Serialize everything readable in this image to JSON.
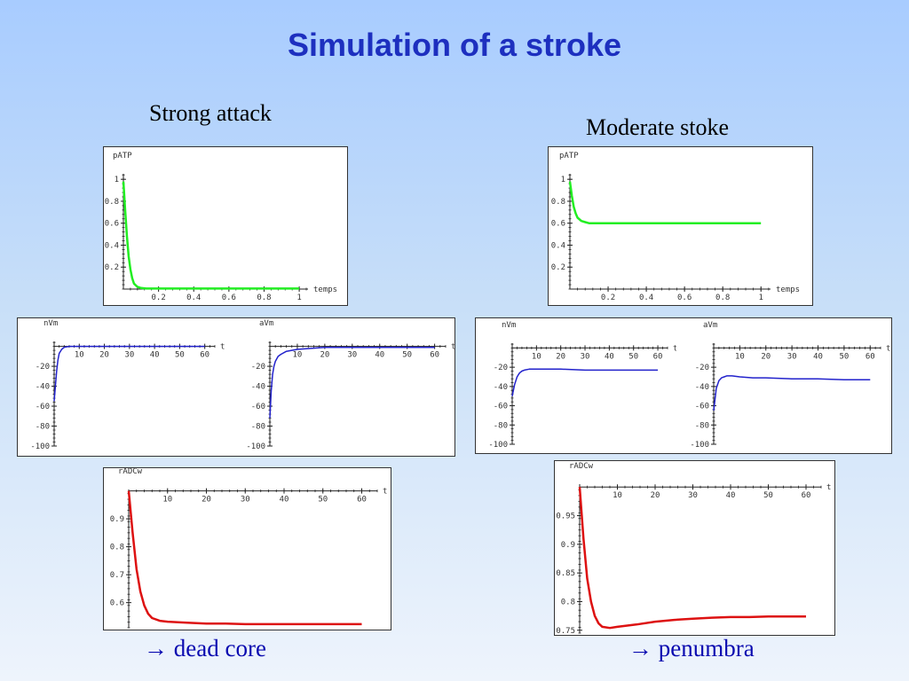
{
  "title": "Simulation of a stroke",
  "captions": {
    "left": "Strong attack",
    "right": "Moderate stoke"
  },
  "footers": {
    "left": "→ dead core",
    "right": "→ penumbra"
  },
  "chart_data": [
    {
      "id": "strong-patp",
      "type": "line",
      "ylabel": "pATP",
      "xlabel": "temps",
      "xlim": [
        0,
        1.05
      ],
      "ylim": [
        0,
        1.05
      ],
      "xticks": [
        0.2,
        0.4,
        0.6,
        0.8,
        1
      ],
      "xtick_labels": [
        "0.2",
        "0.4",
        "0.6",
        "0.8",
        "1"
      ],
      "yticks": [
        0.2,
        0.4,
        0.6,
        0.8,
        1
      ],
      "ytick_labels": [
        "0.2",
        "0.4",
        "0.6",
        "0.8",
        "1"
      ],
      "x_axis_y": 0,
      "color": "#22ee22",
      "series": [
        {
          "x": [
            0,
            0.01,
            0.02,
            0.03,
            0.04,
            0.05,
            0.06,
            0.08,
            0.1,
            0.13,
            0.2,
            0.4,
            0.6,
            0.8,
            1.0
          ],
          "y": [
            0.98,
            0.72,
            0.48,
            0.3,
            0.18,
            0.1,
            0.05,
            0.02,
            0.01,
            0.005,
            0.005,
            0.005,
            0.005,
            0.005,
            0.005
          ]
        }
      ]
    },
    {
      "id": "moderate-patp",
      "type": "line",
      "ylabel": "pATP",
      "xlabel": "temps",
      "xlim": [
        0,
        1.05
      ],
      "ylim": [
        0,
        1.05
      ],
      "xticks": [
        0.2,
        0.4,
        0.6,
        0.8,
        1
      ],
      "xtick_labels": [
        "0.2",
        "0.4",
        "0.6",
        "0.8",
        "1"
      ],
      "yticks": [
        0.2,
        0.4,
        0.6,
        0.8,
        1
      ],
      "ytick_labels": [
        "0.2",
        "0.4",
        "0.6",
        "0.8",
        "1"
      ],
      "x_axis_y": 0,
      "color": "#22ee22",
      "series": [
        {
          "x": [
            0,
            0.01,
            0.02,
            0.03,
            0.04,
            0.06,
            0.08,
            0.1,
            0.2,
            0.4,
            0.6,
            0.8,
            1.0
          ],
          "y": [
            0.98,
            0.85,
            0.75,
            0.69,
            0.65,
            0.62,
            0.61,
            0.6,
            0.6,
            0.6,
            0.6,
            0.6,
            0.6
          ]
        }
      ]
    },
    {
      "id": "strong-nvm",
      "type": "line",
      "ylabel": "nVm",
      "xlabel": "t",
      "xlim": [
        0,
        64
      ],
      "ylim": [
        -100,
        5
      ],
      "xticks": [
        10,
        20,
        30,
        40,
        50,
        60
      ],
      "xtick_labels": [
        "10",
        "20",
        "30",
        "40",
        "50",
        "60"
      ],
      "yticks": [
        -20,
        -40,
        -60,
        -80,
        -100
      ],
      "ytick_labels": [
        "-20",
        "-40",
        "-60",
        "-80",
        "-100"
      ],
      "x_axis_y": 0,
      "color": "#2222cc",
      "series": [
        {
          "x": [
            0,
            0.5,
            1,
            1.5,
            2,
            3,
            4,
            6,
            10,
            20,
            40,
            60
          ],
          "y": [
            -55,
            -40,
            -25,
            -14,
            -7,
            -3,
            -1,
            0,
            0,
            0,
            0,
            0
          ]
        }
      ]
    },
    {
      "id": "strong-avm",
      "type": "line",
      "ylabel": "aVm",
      "xlabel": "t",
      "xlim": [
        0,
        64
      ],
      "ylim": [
        -100,
        5
      ],
      "xticks": [
        10,
        20,
        30,
        40,
        50,
        60
      ],
      "xtick_labels": [
        "10",
        "20",
        "30",
        "40",
        "50",
        "60"
      ],
      "yticks": [
        -20,
        -40,
        -60,
        -80,
        -100
      ],
      "ytick_labels": [
        "-20",
        "-40",
        "-60",
        "-80",
        "-100"
      ],
      "x_axis_y": 0,
      "color": "#2222cc",
      "series": [
        {
          "x": [
            0,
            0.5,
            1,
            1.5,
            2,
            3,
            4,
            6,
            10,
            15,
            20,
            30,
            40,
            60
          ],
          "y": [
            -72,
            -45,
            -28,
            -20,
            -15,
            -10,
            -8,
            -5,
            -3,
            -2,
            -1,
            -1,
            -1,
            -1
          ]
        }
      ]
    },
    {
      "id": "moderate-nvm",
      "type": "line",
      "ylabel": "nVm",
      "xlabel": "t",
      "xlim": [
        0,
        64
      ],
      "ylim": [
        -100,
        5
      ],
      "xticks": [
        10,
        20,
        30,
        40,
        50,
        60
      ],
      "xtick_labels": [
        "10",
        "20",
        "30",
        "40",
        "50",
        "60"
      ],
      "yticks": [
        -20,
        -40,
        -60,
        -80,
        -100
      ],
      "ytick_labels": [
        "-20",
        "-40",
        "-60",
        "-80",
        "-100"
      ],
      "x_axis_y": 0,
      "color": "#2222cc",
      "series": [
        {
          "x": [
            0,
            1,
            2,
            3,
            4,
            5,
            7,
            10,
            20,
            30,
            40,
            50,
            60
          ],
          "y": [
            -50,
            -38,
            -30,
            -26,
            -24,
            -23,
            -22,
            -22,
            -22,
            -23,
            -23,
            -23,
            -23
          ]
        }
      ]
    },
    {
      "id": "moderate-avm",
      "type": "line",
      "ylabel": "aVm",
      "xlabel": "t",
      "xlim": [
        0,
        64
      ],
      "ylim": [
        -100,
        5
      ],
      "xticks": [
        10,
        20,
        30,
        40,
        50,
        60
      ],
      "xtick_labels": [
        "10",
        "20",
        "30",
        "40",
        "50",
        "60"
      ],
      "yticks": [
        -20,
        -40,
        -60,
        -80,
        -100
      ],
      "ytick_labels": [
        "-20",
        "-40",
        "-60",
        "-80",
        "-100"
      ],
      "x_axis_y": 0,
      "color": "#2222cc",
      "series": [
        {
          "x": [
            0,
            1,
            2,
            3,
            4,
            5,
            7,
            10,
            15,
            20,
            30,
            40,
            50,
            60
          ],
          "y": [
            -65,
            -42,
            -34,
            -31,
            -30,
            -29,
            -29,
            -30,
            -31,
            -31,
            -32,
            -32,
            -33,
            -33
          ]
        }
      ]
    },
    {
      "id": "strong-radcw",
      "type": "line",
      "ylabel": "rADCw",
      "xlabel": "t",
      "xlim": [
        0,
        64
      ],
      "ylim": [
        0.51,
        1.005
      ],
      "xticks": [
        10,
        20,
        30,
        40,
        50,
        60
      ],
      "xtick_labels": [
        "10",
        "20",
        "30",
        "40",
        "50",
        "60"
      ],
      "yticks": [
        0.6,
        0.7,
        0.8,
        0.9
      ],
      "ytick_labels": [
        "0.6",
        "0.7",
        "0.8",
        "0.9"
      ],
      "x_axis_y": 1.0,
      "color": "#dd1111",
      "series": [
        {
          "x": [
            0,
            1,
            2,
            3,
            4,
            5,
            6,
            8,
            10,
            15,
            20,
            25,
            30,
            40,
            50,
            60
          ],
          "y": [
            1.0,
            0.85,
            0.72,
            0.64,
            0.59,
            0.56,
            0.545,
            0.535,
            0.532,
            0.528,
            0.525,
            0.525,
            0.523,
            0.523,
            0.523,
            0.523
          ]
        }
      ]
    },
    {
      "id": "moderate-radcw",
      "type": "line",
      "ylabel": "rADCw",
      "xlabel": "t",
      "xlim": [
        0,
        64
      ],
      "ylim": [
        0.745,
        1.005
      ],
      "xticks": [
        10,
        20,
        30,
        40,
        50,
        60
      ],
      "xtick_labels": [
        "10",
        "20",
        "30",
        "40",
        "50",
        "60"
      ],
      "yticks": [
        0.75,
        0.8,
        0.85,
        0.9,
        0.95
      ],
      "ytick_labels": [
        "0.75",
        "0.8",
        "0.85",
        "0.9",
        "0.95"
      ],
      "x_axis_y": 1.0,
      "color": "#dd1111",
      "series": [
        {
          "x": [
            0,
            1,
            2,
            3,
            4,
            5,
            6,
            8,
            10,
            15,
            20,
            25,
            30,
            35,
            40,
            45,
            50,
            55,
            60
          ],
          "y": [
            1.0,
            0.91,
            0.84,
            0.8,
            0.775,
            0.762,
            0.756,
            0.754,
            0.756,
            0.76,
            0.765,
            0.768,
            0.77,
            0.772,
            0.773,
            0.773,
            0.774,
            0.774,
            0.774
          ]
        }
      ]
    }
  ]
}
